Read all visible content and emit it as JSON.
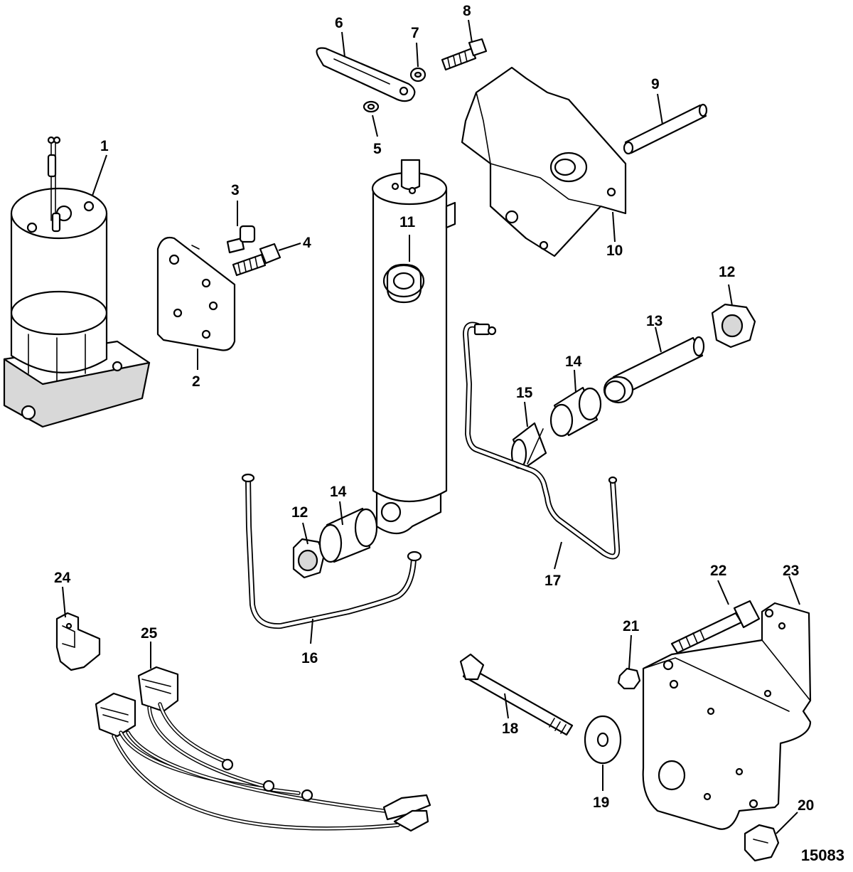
{
  "callouts": [
    {
      "id": "1",
      "label": "1"
    },
    {
      "id": "2",
      "label": "2"
    },
    {
      "id": "3",
      "label": "3"
    },
    {
      "id": "4",
      "label": "4"
    },
    {
      "id": "5",
      "label": "5"
    },
    {
      "id": "6",
      "label": "6"
    },
    {
      "id": "7",
      "label": "7"
    },
    {
      "id": "8",
      "label": "8"
    },
    {
      "id": "9",
      "label": "9"
    },
    {
      "id": "10",
      "label": "10"
    },
    {
      "id": "11",
      "label": "11"
    },
    {
      "id": "12a",
      "label": "12"
    },
    {
      "id": "12b",
      "label": "12"
    },
    {
      "id": "13",
      "label": "13"
    },
    {
      "id": "14a",
      "label": "14"
    },
    {
      "id": "14b",
      "label": "14"
    },
    {
      "id": "15",
      "label": "15"
    },
    {
      "id": "16",
      "label": "16"
    },
    {
      "id": "17",
      "label": "17"
    },
    {
      "id": "18",
      "label": "18"
    },
    {
      "id": "19",
      "label": "19"
    },
    {
      "id": "20",
      "label": "20"
    },
    {
      "id": "21",
      "label": "21"
    },
    {
      "id": "22",
      "label": "22"
    },
    {
      "id": "23",
      "label": "23"
    },
    {
      "id": "24",
      "label": "24"
    },
    {
      "id": "25",
      "label": "25"
    }
  ],
  "figure_number": "15083"
}
